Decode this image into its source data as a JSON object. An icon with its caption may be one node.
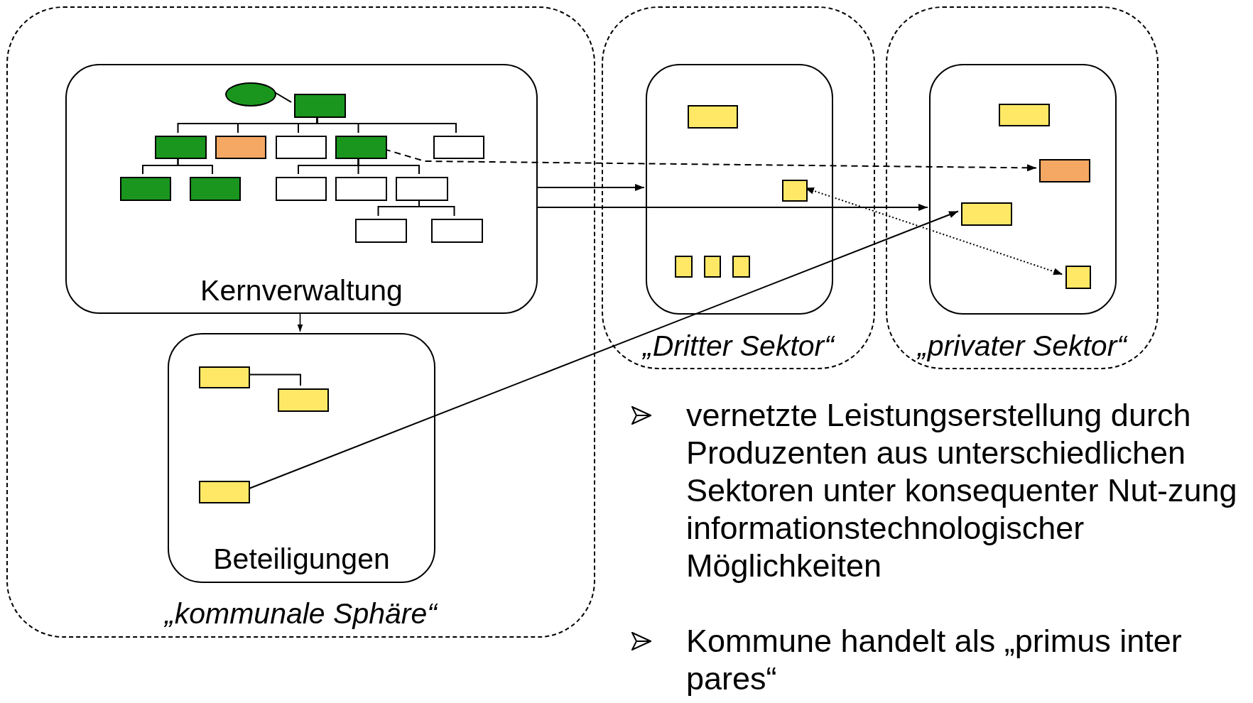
{
  "diagram": {
    "nodes": [
      {
        "text": [
          "„kommunale Sphäre“"
        ]
      },
      {
        "text": [
          "Kernverwaltung"
        ],
        "in": 0
      },
      {
        "text": [],
        "shape": "ellipse",
        "in": 1
      },
      {
        "text": [],
        "shape": "box",
        "in": 1
      },
      {
        "text": [],
        "shape": "box",
        "in": 1
      },
      {
        "text": [],
        "shape": "box",
        "in": 1
      },
      {
        "text": [],
        "shape": "box",
        "in": 1
      },
      {
        "text": [],
        "shape": "box",
        "in": 1
      },
      {
        "text": [],
        "shape": "box",
        "in": 1
      },
      {
        "text": [],
        "shape": "box",
        "in": 1
      },
      {
        "text": [],
        "shape": "box",
        "in": 1
      },
      {
        "text": [],
        "shape": "box",
        "in": 1
      },
      {
        "text": [],
        "shape": "box",
        "in": 1
      },
      {
        "text": [],
        "shape": "box",
        "in": 1
      },
      {
        "text": [],
        "shape": "box",
        "in": 1
      },
      {
        "text": [],
        "shape": "box",
        "in": 1
      },
      {
        "text": [
          "Beteiligungen"
        ],
        "in": 0
      },
      {
        "text": [],
        "shape": "box",
        "in": 16
      },
      {
        "text": [],
        "shape": "box",
        "in": 16
      },
      {
        "text": [],
        "shape": "box",
        "in": 16
      },
      {
        "text": [
          "„Dritter Sektor“"
        ]
      },
      {
        "text": [],
        "shape": "box",
        "in": 20
      },
      {
        "text": [],
        "shape": "box",
        "in": 21
      },
      {
        "text": [],
        "shape": "box",
        "in": 21
      },
      {
        "text": [],
        "shape": "box",
        "in": 21
      },
      {
        "text": [],
        "shape": "box",
        "in": 21
      },
      {
        "text": [],
        "shape": "box",
        "in": 21
      },
      {
        "text": [
          "„privater Sektor“"
        ]
      },
      {
        "text": [],
        "shape": "box",
        "in": 27
      },
      {
        "text": [],
        "shape": "box",
        "in": 28
      },
      {
        "text": [],
        "shape": "box",
        "in": 28
      },
      {
        "text": [],
        "shape": "box",
        "in": 28
      },
      {
        "text": [],
        "shape": "box",
        "in": 28
      }
    ],
    "edges": [
      {
        "from": 2,
        "to": 3,
        "arrow": "none"
      },
      {
        "from": 3,
        "to": 4,
        "arrow": "none"
      },
      {
        "from": 3,
        "to": 5,
        "arrow": "none"
      },
      {
        "from": 3,
        "to": 6,
        "arrow": "none"
      },
      {
        "from": 3,
        "to": 7,
        "arrow": "none"
      },
      {
        "from": 3,
        "to": 8,
        "arrow": "none"
      },
      {
        "from": 4,
        "to": 9,
        "arrow": "none"
      },
      {
        "from": 4,
        "to": 10,
        "arrow": "none"
      },
      {
        "from": 7,
        "to": 11,
        "arrow": "none"
      },
      {
        "from": 7,
        "to": 12,
        "arrow": "none"
      },
      {
        "from": 7,
        "to": 13,
        "arrow": "none"
      },
      {
        "from": 13,
        "to": 14,
        "arrow": "none"
      },
      {
        "from": 13,
        "to": 15,
        "arrow": "none"
      },
      {
        "from": 1,
        "to": 16,
        "arrow": "to"
      },
      {
        "from": 17,
        "to": 18,
        "arrow": "none"
      },
      {
        "from": 1,
        "to": 21,
        "arrow": "to"
      },
      {
        "from": 1,
        "to": 28,
        "arrow": "to"
      },
      {
        "from": 7,
        "to": 30,
        "arrow": "to",
        "style": "dashed"
      },
      {
        "from": 23,
        "to": 32,
        "arrow": "both",
        "style": "dashed"
      },
      {
        "from": 19,
        "to": 31,
        "arrow": "to"
      }
    ],
    "labels": [
      "vernetzte Leistungserstellung durch Produzenten aus unterschiedlichen Sektoren unter konsequenter Nut-zung informationstechnologischer Möglichkeiten",
      "Kommune handelt als „primus inter pares“"
    ]
  }
}
